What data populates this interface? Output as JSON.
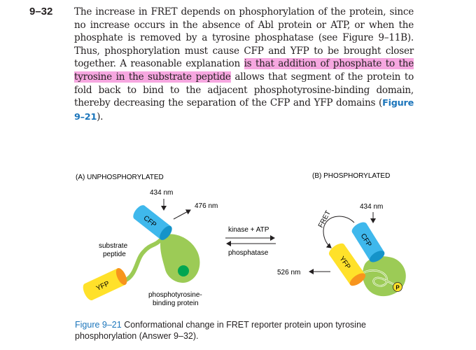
{
  "question_number": "9–32",
  "answer": {
    "text_before": "The increase in FRET depends on phosphorylation of the protein, since no increase occurs in the absence of Abl protein or ATP, or when the phosphate is removed by a tyrosine phosphatase (see Figure 9–11B). Thus, phosphorylation must cause CFP and YFP to be brought closer together. A reasonable explanation ",
    "highlighted": "is that addition of phosphate to the tyrosine in the substrate peptide",
    "text_after": " allows that segment of the protein to fold back to bind to the adjacent phosphotyrosine-binding domain, thereby decreasing the separation of the CFP and YFP domains (",
    "figure_ref": "Figure 9–21",
    "text_end": ")."
  },
  "figure": {
    "panel_a": {
      "title": "(A) UNPHOSPHORYLATED",
      "excitation": "434 nm",
      "emission": "476 nm",
      "cfp_label": "CFP",
      "yfp_label": "YFP",
      "substrate_label_1": "substrate",
      "substrate_label_2": "peptide",
      "binding_label_1": "phosphotyrosine-",
      "binding_label_2": "binding protein"
    },
    "panel_b": {
      "title": "(B) PHOSPHORYLATED",
      "excitation": "434 nm",
      "emission": "526 nm",
      "fret_label": "FRET",
      "cfp_label": "CFP",
      "yfp_label": "YFP",
      "phosphate_label": "P"
    },
    "center": {
      "forward": "kinase + ATP",
      "reverse": "phosphatase"
    },
    "colors": {
      "cfp": "#3fb8ec",
      "cfp_dark": "#1593c9",
      "yfp": "#ffe12a",
      "yfp_dark": "#f7941d",
      "protein": "#9ccb56",
      "binding_site": "#00a651",
      "highlight": "#f6a7e0",
      "link": "#1b75bb"
    },
    "caption_number": "Figure 9–21",
    "caption_text": " Conformational change in FRET reporter protein upon tyrosine phosphorylation (Answer 9–32)."
  }
}
